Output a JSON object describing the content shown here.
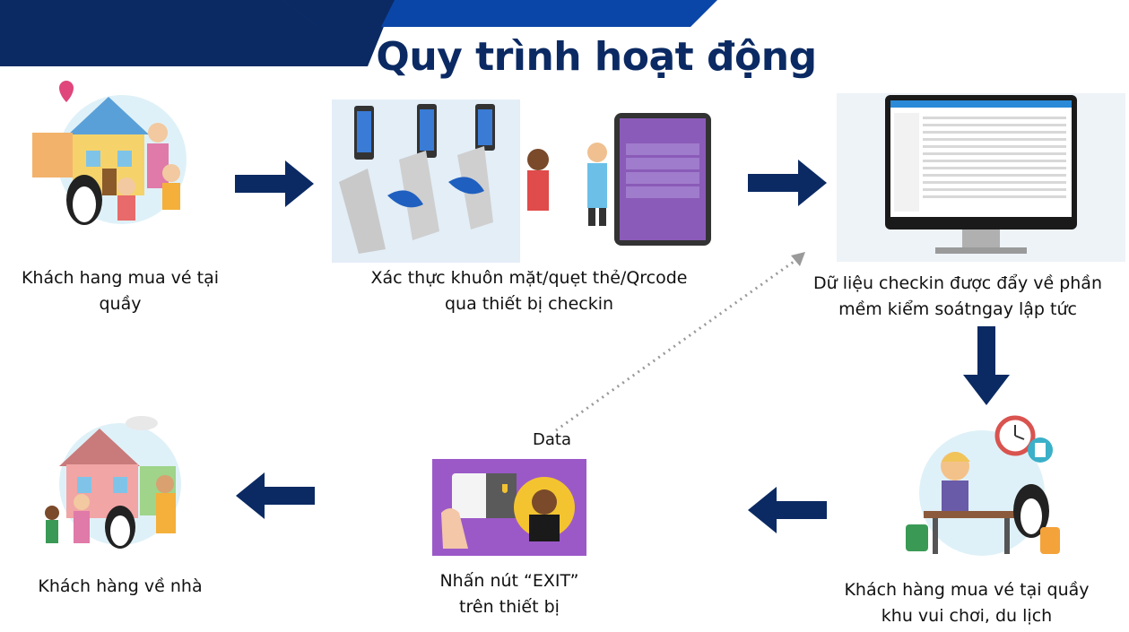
{
  "title": "Quy trình hoạt động",
  "steps": [
    {
      "label": "Khách hang mua vé tại quầy"
    },
    {
      "label": "Xác thực khuôn mặt/quẹt thẻ/Qrcode qua thiết bị checkin"
    },
    {
      "label": "Dữ liệu checkin được đẩy về phần mềm kiểm soátngay lập tức"
    },
    {
      "label": "Khách hàng mua vé tại quầy khu vui chơi, du lịch"
    },
    {
      "label": "Nhấn nút “EXIT” trên thiết bị"
    },
    {
      "label": "Khách hàng về nhà"
    }
  ],
  "data_label": "Data",
  "colors": {
    "navy": "#0b2a63",
    "blue": "#0a46a8",
    "arrow": "#0b2a63",
    "purple": "#9b59c8"
  }
}
